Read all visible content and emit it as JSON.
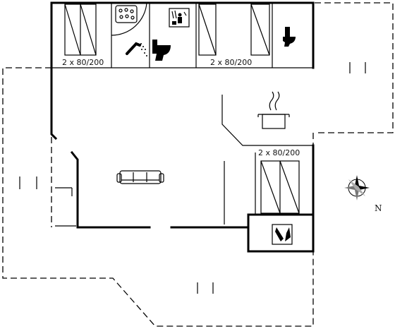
{
  "labels": {
    "bed_top_left": "2 x 80/200",
    "bed_top_right": "2 x 80/200",
    "bed_right": "2 x 80/200",
    "north": "N"
  },
  "icons": {
    "bed": "twin-bed-icon",
    "shower": "shower-icon",
    "toilet": "toilet-icon",
    "whirlpool": "whirlpool-icon",
    "sauna": "sauna-icon",
    "kitchen": "kitchen-pot-icon",
    "sofa": "sofa-icon",
    "laundry": "laundry-icon",
    "compass": "compass-icon"
  },
  "colors": {
    "line": "#000000",
    "background": "#ffffff"
  }
}
